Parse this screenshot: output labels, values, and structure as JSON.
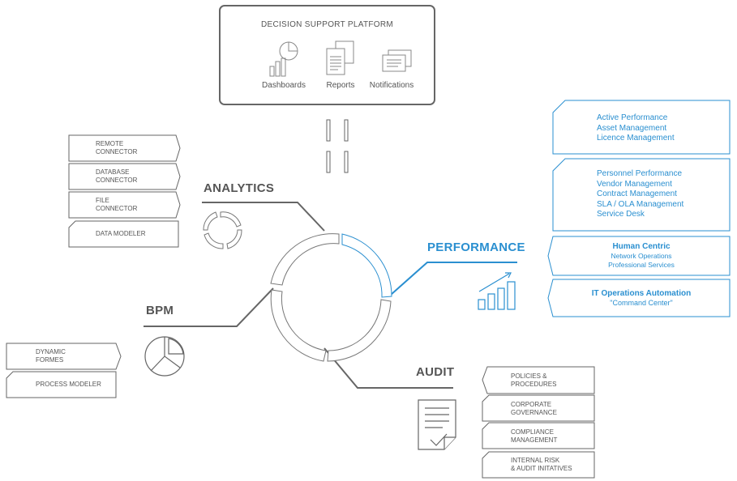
{
  "platform": {
    "title": "DECISION SUPPORT PLATFORM",
    "items": [
      "Dashboards",
      "Reports",
      "Notifications"
    ]
  },
  "analytics": {
    "heading": "ANALYTICS",
    "boxes": [
      "REMOTE\nCONNECTOR",
      "DATABASE\nCONNECTOR",
      "FILE\nCONNECTOR",
      "DATA MODELER"
    ]
  },
  "bpm": {
    "heading": "BPM",
    "boxes": [
      "DYNAMIC\nFORMES",
      "PROCESS MODELER"
    ]
  },
  "audit": {
    "heading": "AUDIT",
    "boxes": [
      "POLICIES &\nPROCEDURES",
      "CORPORATE\nGOVERNANCE",
      "COMPLIANCE\nMANAGEMENT",
      "INTERNAL RISK\n& AUDIT INITATIVES"
    ]
  },
  "performance": {
    "heading": "PERFORMANCE",
    "box1": [
      "Active Performance",
      "Asset Management",
      "Licence Management"
    ],
    "box2": [
      "Personnel Performance",
      "Vendor Management",
      "Contract Management",
      "SLA / OLA Management",
      "Service Desk"
    ],
    "box3_title": "Human Centric",
    "box3_lines": [
      "Network Operations",
      "Professional Services"
    ],
    "box4_title": "IT Operations Automation",
    "box4_sub": "\"Command Center\""
  },
  "colors": {
    "gray": "#555555",
    "blue": "#2a8fd0",
    "line": "#666666"
  }
}
